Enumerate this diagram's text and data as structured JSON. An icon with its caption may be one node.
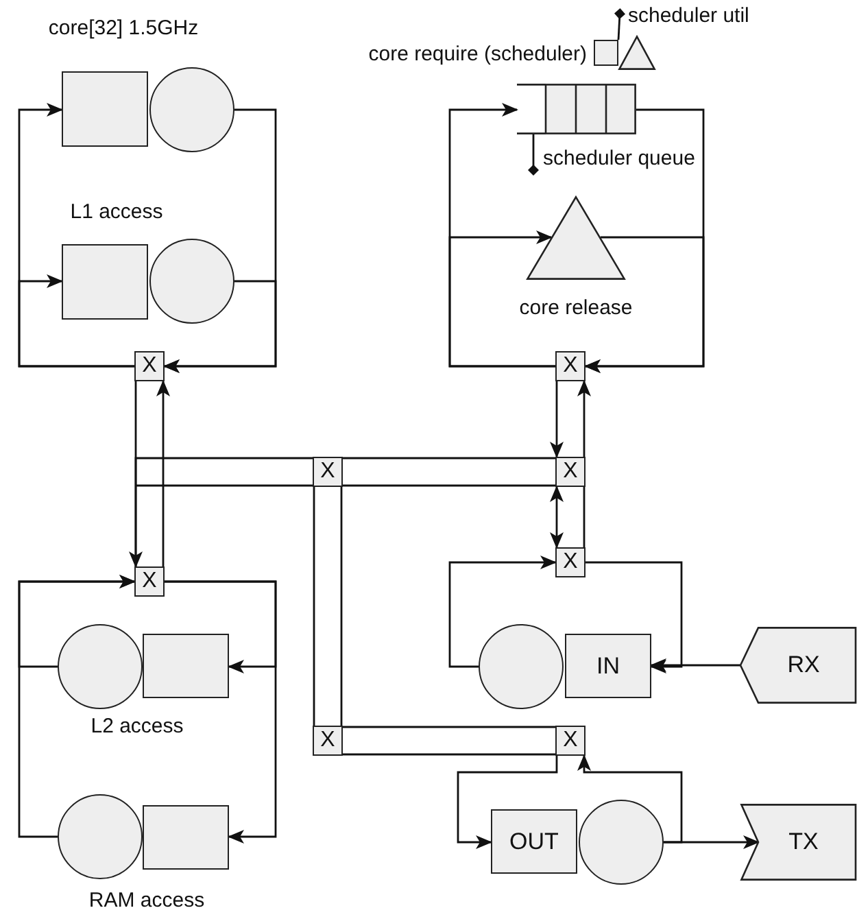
{
  "diagram": {
    "nodes": [
      {
        "text": [],
        "shape": "box"
      },
      {
        "text": [],
        "shape": "circle"
      },
      {
        "text": [],
        "shape": "box"
      },
      {
        "text": [],
        "shape": "circle"
      },
      {
        "text": [
          "X"
        ]
      },
      {
        "text": [],
        "shape": "box"
      },
      {
        "text": [],
        "shape": "triangle"
      },
      {
        "text": [
          "scheduler util"
        ]
      },
      {
        "text": [],
        "shape": "queue"
      },
      {
        "text": [
          "scheduler queue"
        ]
      },
      {
        "text": [],
        "shape": "triangle"
      },
      {
        "text": [
          "X"
        ]
      },
      {
        "text": [
          "X"
        ]
      },
      {
        "text": [
          "X"
        ]
      },
      {
        "text": [
          "X"
        ]
      },
      {
        "text": [
          "X"
        ]
      },
      {
        "text": [],
        "shape": "circle"
      },
      {
        "text": [
          "IN"
        ]
      },
      {
        "text": [
          "RX"
        ]
      },
      {
        "text": [],
        "shape": "box"
      },
      {
        "text": [],
        "shape": "circle"
      },
      {
        "text": [
          "X"
        ]
      },
      {
        "text": [
          "X"
        ]
      },
      {
        "text": [],
        "shape": "box"
      },
      {
        "text": [],
        "shape": "circle"
      },
      {
        "text": [
          "OUT"
        ]
      },
      {
        "text": [],
        "shape": "circle"
      },
      {
        "text": [
          "TX"
        ]
      }
    ],
    "edges": [
      {
        "from": 4,
        "to": 0,
        "arrow": "to"
      },
      {
        "from": 4,
        "to": 2,
        "arrow": "to"
      },
      {
        "from": 1,
        "to": 4,
        "arrow": "to"
      },
      {
        "from": 3,
        "to": 4,
        "arrow": "to"
      },
      {
        "from": 4,
        "to": 14,
        "arrow": "to"
      },
      {
        "from": 14,
        "to": 4,
        "arrow": "to"
      },
      {
        "from": 12,
        "to": 14,
        "arrow": "none"
      },
      {
        "from": 12,
        "to": 13,
        "arrow": "none"
      },
      {
        "from": 11,
        "to": 8,
        "arrow": "to"
      },
      {
        "from": 11,
        "to": 10,
        "arrow": "to"
      },
      {
        "from": 8,
        "to": 11,
        "arrow": "to"
      },
      {
        "from": 10,
        "to": 11,
        "arrow": "to"
      },
      {
        "from": 11,
        "to": 13,
        "arrow": "to"
      },
      {
        "from": 13,
        "to": 15,
        "arrow": "both"
      },
      {
        "from": 15,
        "to": 11,
        "arrow": "to"
      },
      {
        "from": 16,
        "to": 15,
        "arrow": "to"
      },
      {
        "from": 15,
        "to": 17,
        "arrow": "to"
      },
      {
        "from": 18,
        "to": 17,
        "arrow": "to"
      },
      {
        "from": 14,
        "to": 19,
        "arrow": "to"
      },
      {
        "from": 14,
        "to": 23,
        "arrow": "to"
      },
      {
        "from": 20,
        "to": 14,
        "arrow": "to"
      },
      {
        "from": 24,
        "to": 14,
        "arrow": "to"
      },
      {
        "from": 12,
        "to": 21,
        "arrow": "none"
      },
      {
        "from": 21,
        "to": 22,
        "arrow": "none"
      },
      {
        "from": 22,
        "to": 25,
        "arrow": "to"
      },
      {
        "from": 26,
        "to": 22,
        "arrow": "to"
      },
      {
        "from": 26,
        "to": 27,
        "arrow": "to"
      },
      {
        "from": 7,
        "to": 5,
        "arrow": "other"
      },
      {
        "from": 9,
        "to": 8,
        "arrow": "other"
      }
    ],
    "labels": [
      "core[32] 1.5GHz",
      "core require (scheduler)",
      "L1 access",
      "core release",
      "L2 access",
      "RAM access"
    ]
  }
}
